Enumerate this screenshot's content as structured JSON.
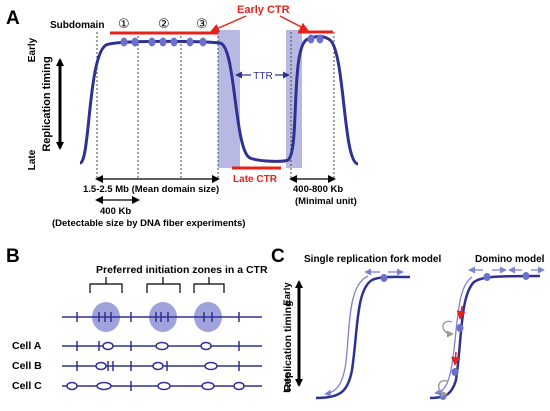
{
  "colors": {
    "curve": "#2e3192",
    "accent": "#e8211c",
    "shade": "#b7b9e3",
    "ellipse": "#8f92d6",
    "text": "#111111"
  },
  "panel_a": {
    "label": "A",
    "subdomain": "Subdomain",
    "subdomain_marks": [
      "①",
      "②",
      "③"
    ],
    "early_ctr": "Early CTR",
    "late_ctr": "Late CTR",
    "ttr": "TTR",
    "axis_label": "Replication timing",
    "early": "Early",
    "late": "Late",
    "mean_domain": "1.5-2.5 Mb (Mean domain size)",
    "detectable_size": "400 Kb",
    "detectable_note": "(Detectable size by DNA fiber experiments)",
    "minimal_size": "400-800 Kb",
    "minimal_note": "(Minimal unit)"
  },
  "panel_b": {
    "label": "B",
    "title": "Preferred initiation zones in a CTR",
    "cells": [
      "Cell A",
      "Cell B",
      "Cell C"
    ]
  },
  "panel_c": {
    "label": "C",
    "single_title": "Single replication fork model",
    "domino_title": "Domino model",
    "axis_label": "Replication timing",
    "early": "Early",
    "late": "Late"
  }
}
